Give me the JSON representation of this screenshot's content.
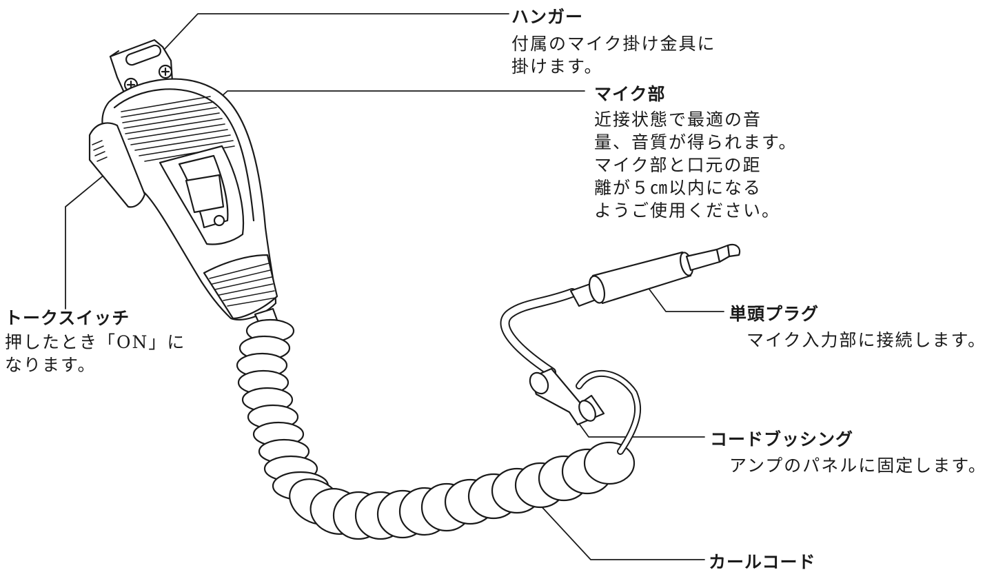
{
  "labels": {
    "hanger": {
      "title": "ハンガー",
      "lines": [
        "付属のマイク掛け金具に",
        "掛けます。"
      ]
    },
    "mic": {
      "title": "マイク部",
      "lines": [
        "近接状態で最適の音",
        "量、音質が得られます。",
        "マイク部と口元の距",
        "離が５㎝以内になる",
        "ようご使用ください。"
      ]
    },
    "talk_switch": {
      "title": "トークスイッチ",
      "lines": [
        "押したとき「ON」に",
        "なります。"
      ]
    },
    "plug": {
      "title": "単頭プラグ",
      "lines": [
        "マイク入力部に接続します。"
      ]
    },
    "bushing": {
      "title": "コードブッシング",
      "lines": [
        "アンプのパネルに固定します。"
      ]
    },
    "curl_cord": {
      "title": "カールコード"
    }
  },
  "icons": [
    "microphone-illustration",
    "screw-icon",
    "phone-plug-illustration",
    "coiled-cord-illustration"
  ],
  "colors": {
    "line": "#1a1a1a",
    "background": "#ffffff"
  }
}
